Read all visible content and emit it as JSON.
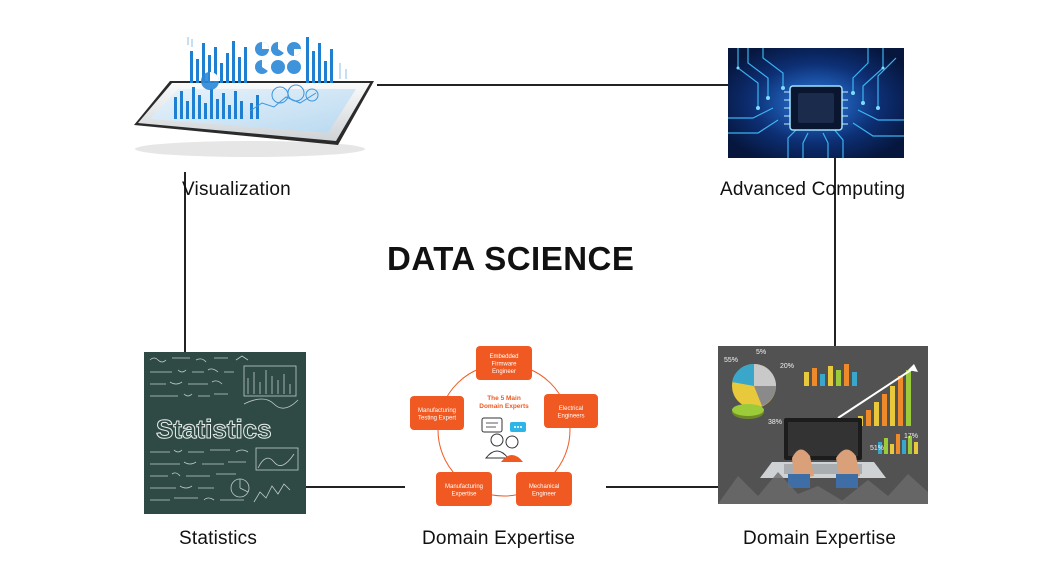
{
  "title": "DATA SCIENCE",
  "nodes": {
    "visualization": "Visualization",
    "advanced_computing": "Advanced Computing",
    "statistics": "Statistics",
    "domain_expertise_center": "Domain Expertise",
    "domain_expertise_right": "Domain Expertise"
  },
  "statistics_image": {
    "word": "Statistics"
  },
  "experts_image": {
    "center_title": "The 5 Main\nDomain Experts",
    "boxes": [
      "Embedded\nFirmware\nEngineer",
      "Electrical\nEngineers",
      "Mechanical\nEngineer",
      "Manufacturing\nExpertise",
      "Manufacturing\nTesting Expert"
    ]
  },
  "analytics_image": {
    "pct_labels": [
      "55%",
      "5%",
      "20%",
      "38%",
      "17%",
      "51%"
    ]
  },
  "colors": {
    "line": "#222222",
    "orange": "#f05a22",
    "chalkboard": "#2f4a44",
    "blue_accent": "#1f8fe0",
    "circuit_bg": "#0b1f4a"
  }
}
